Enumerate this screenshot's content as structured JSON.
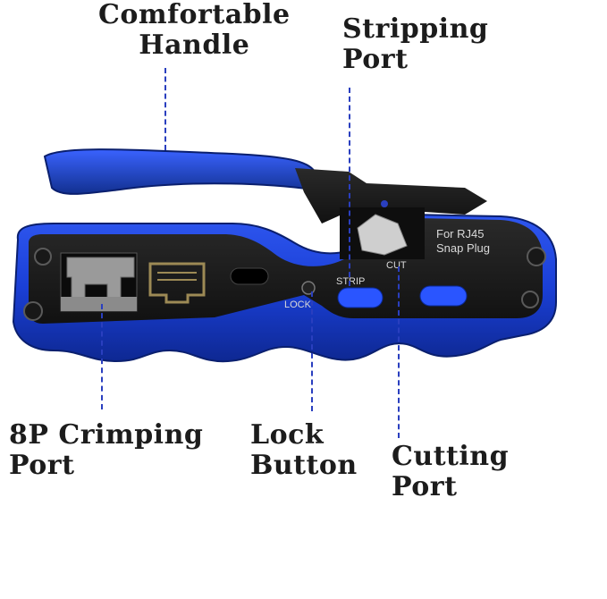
{
  "callouts": {
    "handle": {
      "line1": "Comfortable",
      "line2": "Handle"
    },
    "stripping": {
      "line1": "Stripping",
      "line2": "Port"
    },
    "crimping": {
      "line1": "8P Crimping",
      "line2": "Port"
    },
    "lock": {
      "line1": "Lock",
      "line2": "Button"
    },
    "cutting": {
      "line1": "Cutting",
      "line2": "Port"
    }
  },
  "tool_markings": {
    "model_line1": "For RJ45",
    "model_line2": "Snap Plug",
    "strip": "STRIP",
    "cut": "CUT",
    "lock": "LOCK"
  },
  "colors": {
    "leader_line": "#2a3fbf",
    "body_blue": "#1a3fd6",
    "body_dark_blue": "#0f2a8c",
    "metal_black": "#1b1b1b",
    "label_text": "#1c1c1c"
  }
}
